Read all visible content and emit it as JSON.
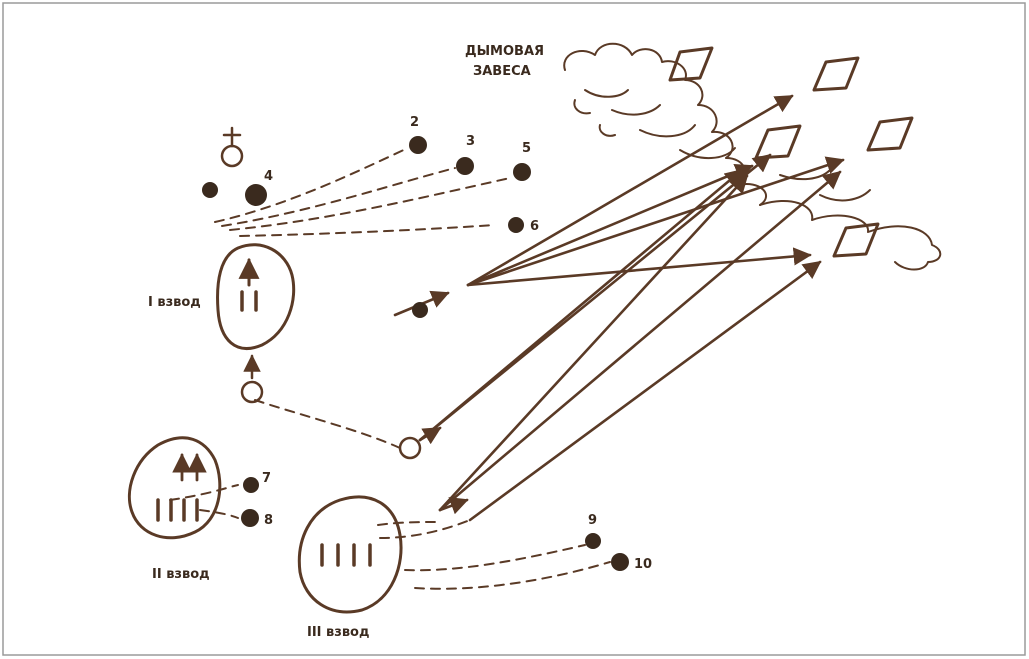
{
  "labels": {
    "smoke_line1": "ДЫМОВАЯ",
    "smoke_line2": "ЗАВЕСА",
    "platoon1": "I взвод",
    "platoon2": "II взвод",
    "platoon3": "III взвод"
  },
  "markers": {
    "m2": "2",
    "m3": "3",
    "m4": "4",
    "m5": "5",
    "m6": "6",
    "m7": "7",
    "m8": "8",
    "m9": "9",
    "m10": "10"
  },
  "colors": {
    "ink": "#5a3a26",
    "dark": "#3a2a1e",
    "frame": "#9a9a9a",
    "background": "#ffffff"
  }
}
